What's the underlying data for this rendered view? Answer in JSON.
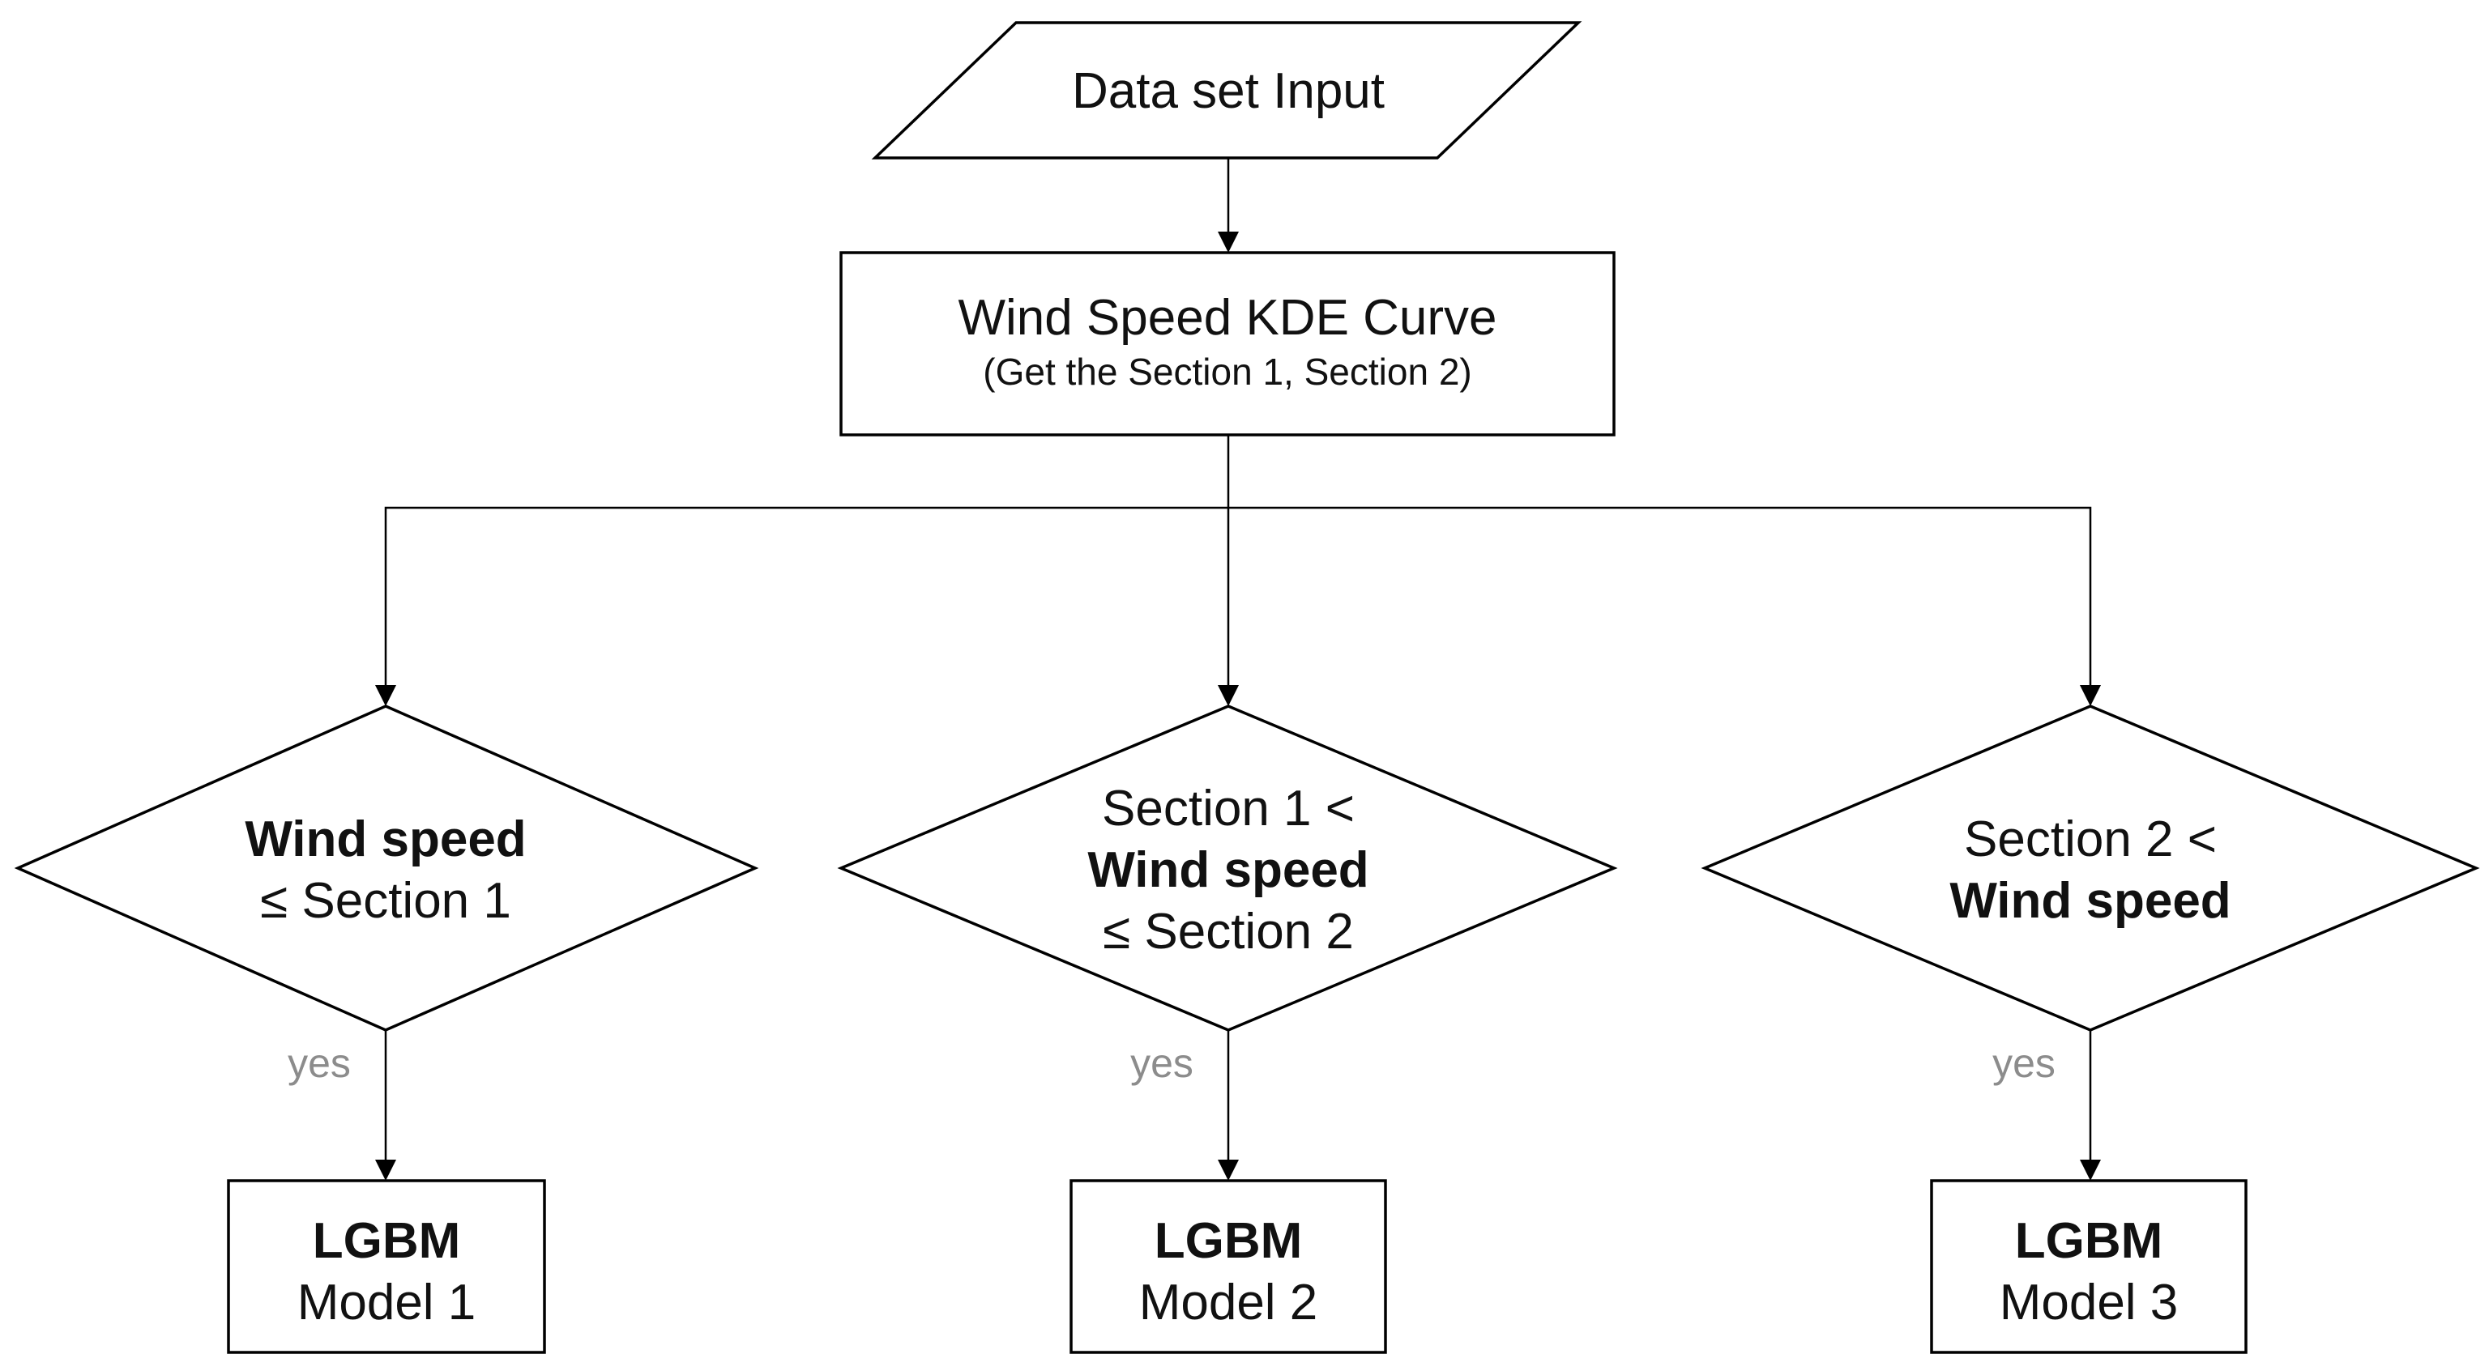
{
  "nodes": {
    "input": {
      "text": "Data set Input"
    },
    "kde": {
      "title": "Wind Speed KDE Curve",
      "subtitle": "(Get the Section 1, Section 2)"
    },
    "cond1": {
      "line1": "Wind speed",
      "line2": "≤ Section 1"
    },
    "cond2": {
      "line1": "Section 1 <",
      "line2": "Wind speed",
      "line3": "≤ Section 2"
    },
    "cond3": {
      "line1": "Section 2 <",
      "line2": "Wind speed"
    },
    "model1": {
      "title": "LGBM",
      "subtitle": "Model 1"
    },
    "model2": {
      "title": "LGBM",
      "subtitle": "Model 2"
    },
    "model3": {
      "title": "LGBM",
      "subtitle": "Model 3"
    }
  },
  "edges": {
    "yes1": "yes",
    "yes2": "yes",
    "yes3": "yes"
  }
}
